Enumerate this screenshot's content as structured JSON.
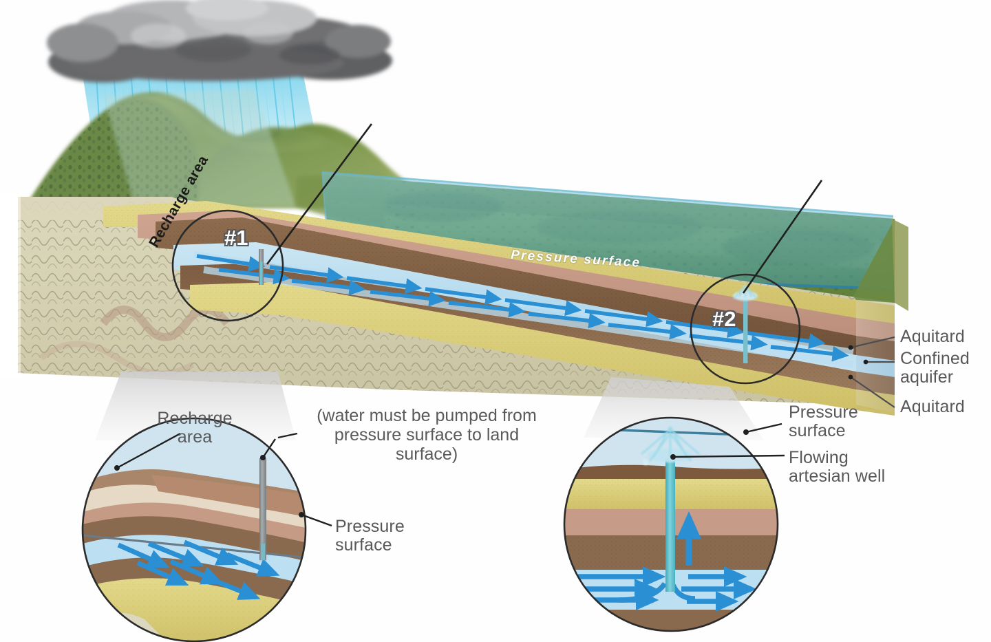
{
  "diagram": {
    "title": "Confined aquifer and artesian well cross-section",
    "scene_labels": {
      "recharge_area_block": "Recharge area",
      "pressure_surface_plane": "Pressure surface",
      "callout_1": "#1",
      "callout_2": "#2"
    },
    "edge_labels": [
      {
        "name": "aquitard-upper",
        "text": "Aquitard"
      },
      {
        "name": "confined-aquifer",
        "text": "Confined\naquifer"
      },
      {
        "name": "aquitard-lower",
        "text": "Aquitard"
      }
    ],
    "inset_left": {
      "recharge_area": "Recharge\narea",
      "pressure_surface": "Pressure\nsurface",
      "note": "(water must be pumped from\npressure surface to land surface)"
    },
    "inset_right": {
      "pressure_surface": "Pressure\nsurface",
      "flowing_well": "Flowing\nartesian well"
    },
    "colors": {
      "cloud_dark": "#6e6f71",
      "cloud_light": "#b9babc",
      "rain": "#7fd4ef",
      "grass_green": "#7e9a4e",
      "forest_green": "#4c6b3c",
      "pressure_plane": "#3ea3c4",
      "aquifer_blue": "#b9dcef",
      "arrow_blue": "#2b8fd4",
      "aquitard_brown": "#8a6a4e",
      "aquitard_dark": "#6d4f38",
      "sand_yellow": "#ddd178",
      "pink_brown": "#c69b88",
      "bedrock_tan": "#d8d3b5",
      "inset_sky": "#cfe4ef",
      "well_casing": "#8f9497",
      "well_water": "#5fc3cf",
      "label_gray": "#58585a"
    },
    "layer_stack_top_to_bottom": [
      "grass / land surface",
      "sand (yellow)",
      "pink-brown silt",
      "aquitard (dark brown)",
      "confined aquifer (light blue, water flow arrows)",
      "aquitard (dark brown)",
      "sand (yellow)",
      "bedrock (tan, folded pattern)"
    ]
  }
}
